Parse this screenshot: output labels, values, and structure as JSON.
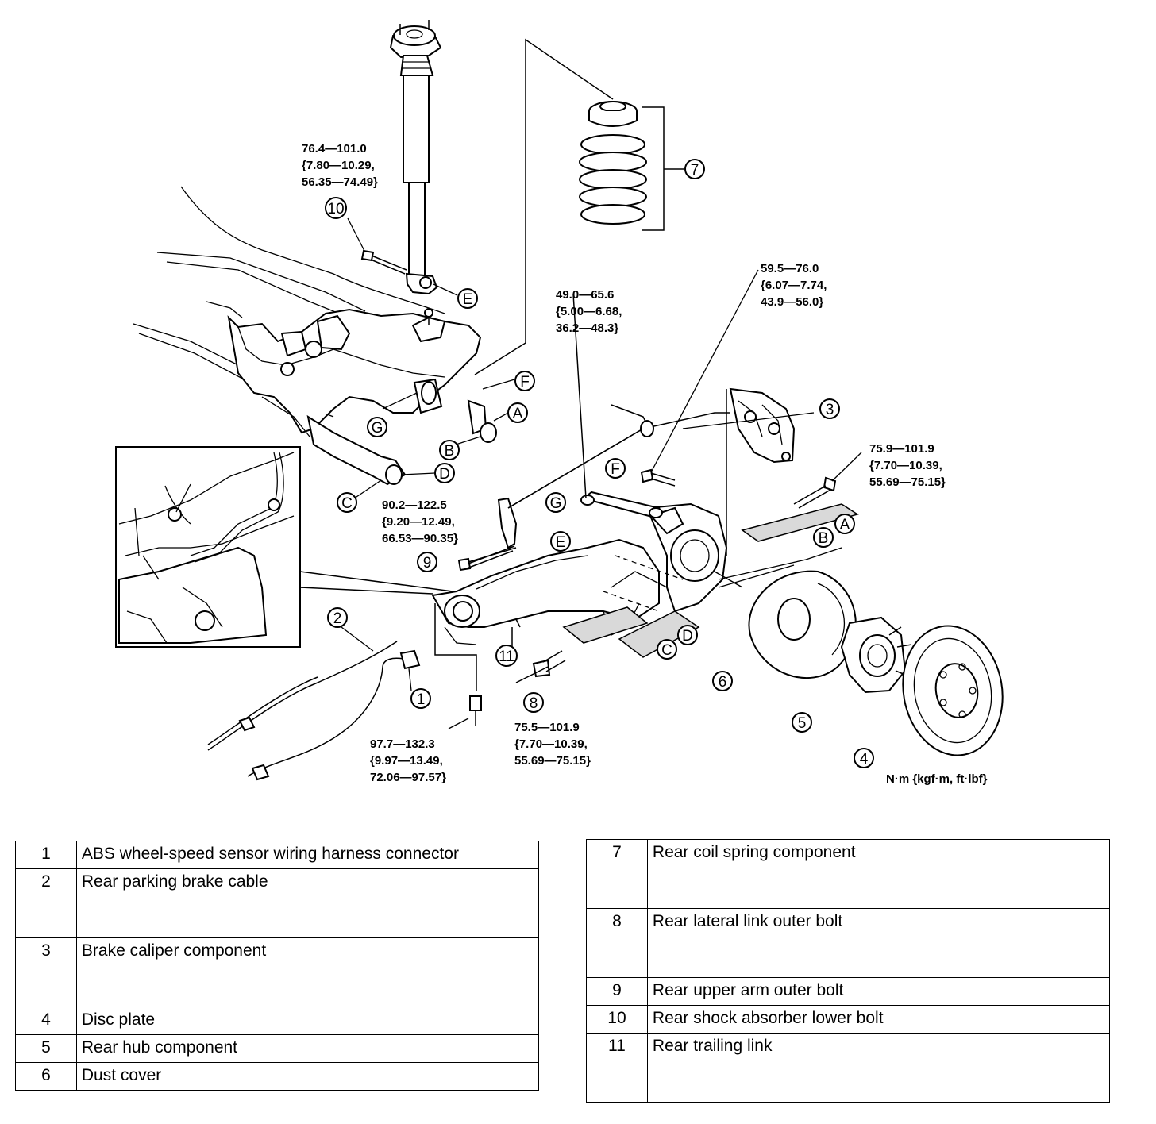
{
  "torque_specs": {
    "shock_lower": [
      "76.4—101.0",
      "{7.80—10.29,",
      "56.35—74.49}"
    ],
    "upper_arm_inner": [
      "49.0—65.6",
      "{5.00—6.68,",
      "36.2—48.3}"
    ],
    "caliper": [
      "59.5—76.0",
      "{6.07—7.74,",
      "43.9—56.0}"
    ],
    "hub_bolt": [
      "75.9—101.9",
      "{7.70—10.39,",
      "55.69—75.15}"
    ],
    "upper_arm_outer": [
      "90.2—122.5",
      "{9.20—12.49,",
      "66.53—90.35}"
    ],
    "trailing_link_front": [
      "97.7—132.3",
      "{9.97—13.49,",
      "72.06—97.57}"
    ],
    "lateral_link_outer": [
      "75.5—101.9",
      "{7.70—10.39,",
      "55.69—75.15}"
    ]
  },
  "units_label": "N·m {kgf·m, ft·lbf}",
  "callouts": {
    "c1": "1",
    "c2": "2",
    "c3": "3",
    "c4": "4",
    "c5": "5",
    "c6": "6",
    "c7": "7",
    "c8": "8",
    "c9": "9",
    "c10": "10",
    "c11": "11"
  },
  "letters": {
    "A": "A",
    "B": "B",
    "C": "C",
    "D": "D",
    "E": "E",
    "F": "F",
    "G": "G"
  },
  "legend_left": [
    {
      "num": "1",
      "desc": "ABS wheel-speed sensor wiring harness connector"
    },
    {
      "num": "2",
      "desc": "Rear parking brake cable"
    },
    {
      "num": "3",
      "desc": "Brake caliper component"
    },
    {
      "num": "4",
      "desc": "Disc plate"
    },
    {
      "num": "5",
      "desc": "Rear hub component"
    },
    {
      "num": "6",
      "desc": "Dust cover"
    }
  ],
  "legend_right": [
    {
      "num": "7",
      "desc": "Rear coil spring component"
    },
    {
      "num": "8",
      "desc": "Rear lateral link outer bolt"
    },
    {
      "num": "9",
      "desc": "Rear upper arm outer bolt"
    },
    {
      "num": "10",
      "desc": "Rear shock absorber lower bolt"
    },
    {
      "num": "11",
      "desc": "Rear trailing link"
    }
  ]
}
